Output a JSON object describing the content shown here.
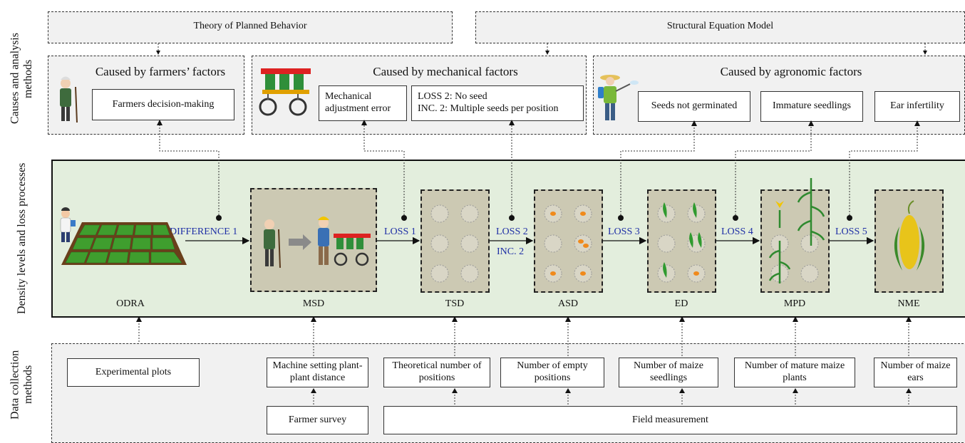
{
  "side_labels": {
    "causes": "Causes and analysis methods",
    "density": "Density levels and loss processes",
    "data": "Data collection methods"
  },
  "top": {
    "tpb": "Theory of Planned Behavior",
    "sem": "Structural Equation Model"
  },
  "factors": {
    "farmers": {
      "title": "Caused by farmers’ factors",
      "box": "Farmers decision-making"
    },
    "mechanical": {
      "title": "Caused by mechanical factors",
      "box1": "Mechanical adjustment error",
      "box2_line1": "LOSS 2: No seed",
      "box2_line2": "INC. 2: Multiple seeds per position"
    },
    "agronomic": {
      "title": "Caused by agronomic factors",
      "box1": "Seeds not germinated",
      "box2": "Immature seedlings",
      "box3": "Ear infertility"
    }
  },
  "stages": [
    "ODRA",
    "MSD",
    "TSD",
    "ASD",
    "ED",
    "MPD",
    "NME"
  ],
  "transitions": [
    "DIFFERENCE  1",
    "LOSS 1",
    "LOSS 2",
    "INC. 2",
    "LOSS 3",
    "LOSS 4",
    "LOSS 5"
  ],
  "data_collection": {
    "experimental": "Experimental plots",
    "machine": "Machine setting plant-plant distance",
    "theoretical": "Theoretical number of positions",
    "empty": "Number of empty positions",
    "seedlings": "Number of maize seedlings",
    "mature": "Number of mature maize plants",
    "ears": "Number of maize ears",
    "survey": "Farmer survey",
    "field": "Field measurement"
  }
}
